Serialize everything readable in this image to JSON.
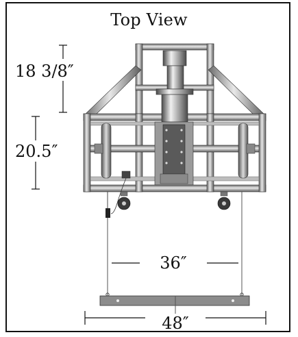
{
  "title": "Top View",
  "dimensions": {
    "upper_frame_depth": "18 3/8″",
    "lower_frame_depth": "20.5″",
    "wheel_spacing": "36″",
    "bar_width": "48″"
  },
  "colors": {
    "frame_dark": "#5a5a5a",
    "frame_light": "#d8d8d8",
    "line": "#111111"
  }
}
